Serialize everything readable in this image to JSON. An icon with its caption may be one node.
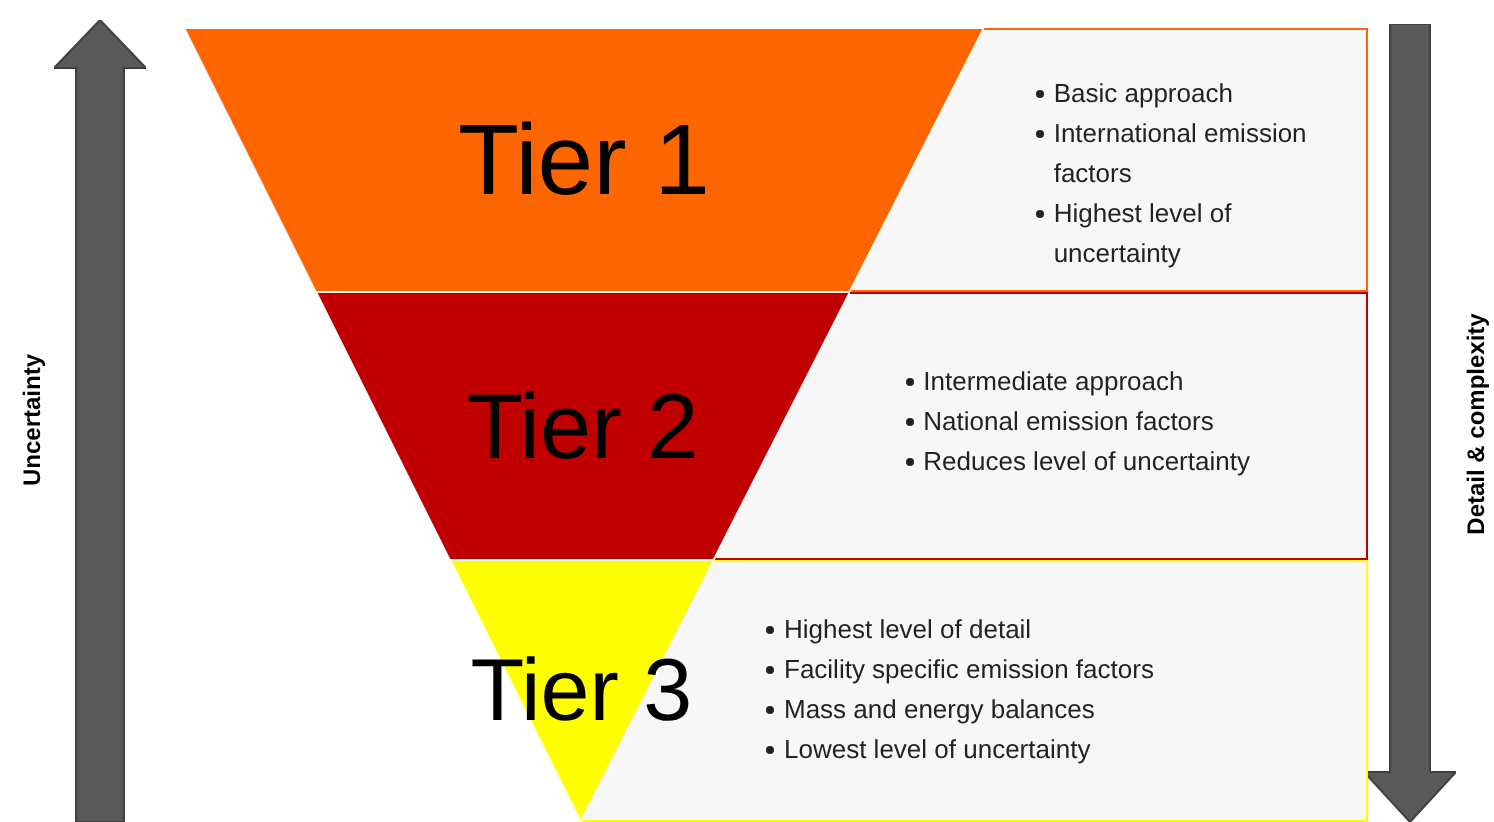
{
  "diagram": {
    "nodes": [
      {
        "text": [
          "Tier 1"
        ]
      },
      {
        "text": [
          "Tier 2"
        ]
      },
      {
        "text": [
          "Tier 3"
        ]
      },
      {
        "text": [
          "Basic approach",
          "International emission factors",
          "Highest level of uncertainty"
        ]
      },
      {
        "text": [
          "Intermediate approach",
          "National emission factors",
          "Reduces level of uncertainty"
        ]
      },
      {
        "text": [
          "Highest level of detail",
          "Facility specific emission factors",
          "Mass and energy balances",
          "Lowest level of uncertainty"
        ]
      }
    ],
    "labels": [
      "Uncertainty",
      "Detail & complexity"
    ]
  }
}
